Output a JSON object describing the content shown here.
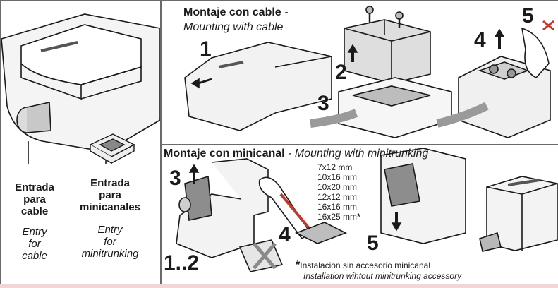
{
  "left": {
    "entry_cable_es": [
      "Entrada",
      "para",
      "cable"
    ],
    "entry_cable_en": [
      "Entry",
      "for",
      "cable"
    ],
    "entry_mini_es": [
      "Entrada",
      "para",
      "minicanales"
    ],
    "entry_mini_en": [
      "Entry",
      "for",
      "minitrunking"
    ]
  },
  "top": {
    "title_es": "Montaje con cable",
    "title_sep": " -",
    "title_en": "Mounting with cable",
    "steps": [
      "1",
      "2",
      "3",
      "4",
      "5"
    ]
  },
  "bottom": {
    "title_es": "Montaje con minicanal",
    "title_sep": " - ",
    "title_en": "Mounting with minitrunking",
    "steps": [
      "3",
      "4",
      "5",
      "1..2"
    ],
    "sizes": [
      "7x12 mm",
      "10x16 mm",
      "10x20 mm",
      "12x12 mm",
      "16x16 mm",
      "16x25 mm"
    ],
    "asterisk": "*",
    "note_es": "Instalación sin accesorio minicanal",
    "note_en": "Installation wihtout minitrunking accessory"
  },
  "colors": {
    "border": "#6a6a6a",
    "line": "#1a1a1a",
    "shade": "#d9d9d9",
    "accent_red": "#c0392b",
    "cable": "#9a9a9a"
  }
}
